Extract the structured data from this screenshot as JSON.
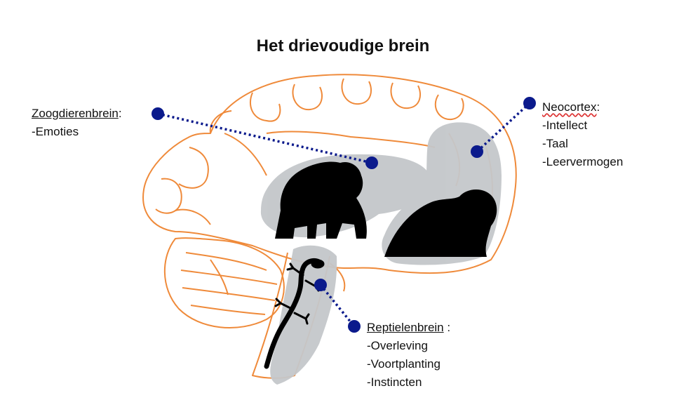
{
  "title": "Het drievoudige brein",
  "labels": {
    "zoogdieren": {
      "heading": "Zoogdierenbrein",
      "suffix": ":",
      "items": [
        "-Emoties"
      ]
    },
    "neocortex": {
      "heading": "Neocortex",
      "suffix": ":",
      "items": [
        "-Intellect",
        "-Taal",
        "-Leervermogen"
      ]
    },
    "reptielen": {
      "heading": "Reptielenbrein",
      "suffix": " :",
      "items": [
        "-Overleving",
        "-Voortplanting",
        "-Instincten"
      ]
    }
  },
  "colors": {
    "brain_outline": "#ef8a3a",
    "region_fill": "#c4c7ca",
    "marker": "#0b1a8c",
    "silhouette": "#000000"
  },
  "icons": [
    "brain-outline-icon",
    "gorilla-silhouette-icon",
    "gorilla-head-silhouette-icon",
    "lizard-silhouette-icon"
  ]
}
